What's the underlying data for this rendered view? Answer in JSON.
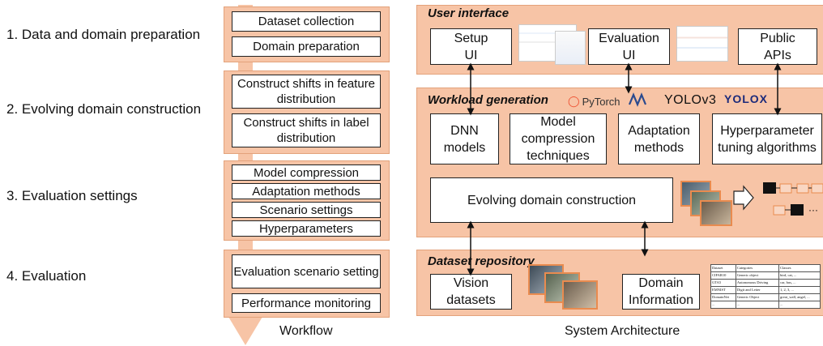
{
  "workflow": {
    "steps": [
      "1. Data and domain preparation",
      "2. Evolving domain construction",
      "3. Evaluation settings",
      "4. Evaluation"
    ],
    "boxes": [
      "Dataset collection",
      "Domain preparation",
      "Construct shifts in feature distribution",
      "Construct shifts in label distribution",
      "Model compression",
      "Adaptation methods",
      "Scenario settings",
      "Hyperparameters",
      "Evaluation scenario setting",
      "Performance monitoring"
    ],
    "caption": "Workflow"
  },
  "architecture": {
    "caption": "System Architecture",
    "user_interface": {
      "title": "User interface",
      "boxes": [
        "Setup UI",
        "Evaluation UI",
        "Public APIs"
      ]
    },
    "workload": {
      "title": "Workload generation",
      "logos": [
        "PyTorch",
        "YOLOv3",
        "YOLOX"
      ],
      "boxes": [
        "DNN models",
        "Model compression techniques",
        "Adaptation methods",
        "Hyperparameter tuning algorithms",
        "Evolving domain construction"
      ]
    },
    "repository": {
      "title": "Dataset repository",
      "boxes": [
        "Vision datasets",
        "Domain Information"
      ],
      "table": {
        "headers": [
          "Dataset",
          "Categories",
          "Classes"
        ],
        "rows": [
          [
            "CIFAR10",
            "Generic object",
            "bird, cat, ..."
          ],
          [
            "GTA5",
            "Autonomous Driving",
            "car, bus, ..."
          ],
          [
            "EMNIST",
            "Digit and Letter",
            "1, 2, 3, ..."
          ],
          [
            "DomainNet",
            "Generic Object",
            "great_wall, angel, ..."
          ],
          [
            "...",
            "...",
            "..."
          ]
        ]
      }
    }
  },
  "colors": {
    "panel": "#f7c4a6",
    "panel_border": "#e3a27b",
    "box_border": "#222222"
  }
}
